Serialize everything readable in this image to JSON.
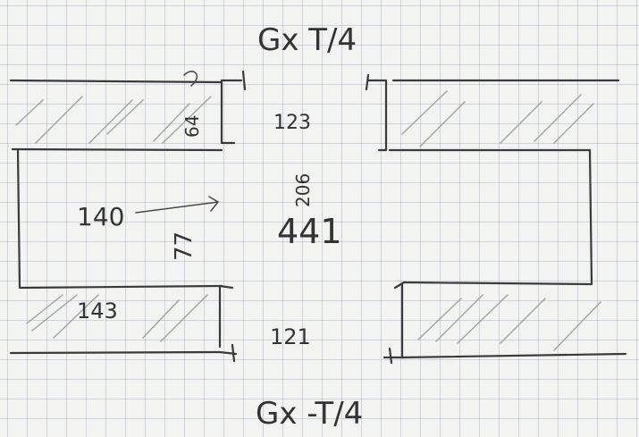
{
  "labels": {
    "top_mode": "Gx T/4",
    "bottom_mode": "Gx -T/4",
    "top_right_dim": "123",
    "bottom_right_dim": "121",
    "center_value": "441",
    "left_wide_dim": "140",
    "left_lower_dim": "143",
    "gap_small": "64",
    "gap_vertical": "206",
    "slot_height": "77"
  },
  "colors": {
    "paper": "#f3f4f2",
    "grid": "#8a94a6",
    "ink": "#3a3a3a",
    "hatch": "#9aa19a"
  }
}
